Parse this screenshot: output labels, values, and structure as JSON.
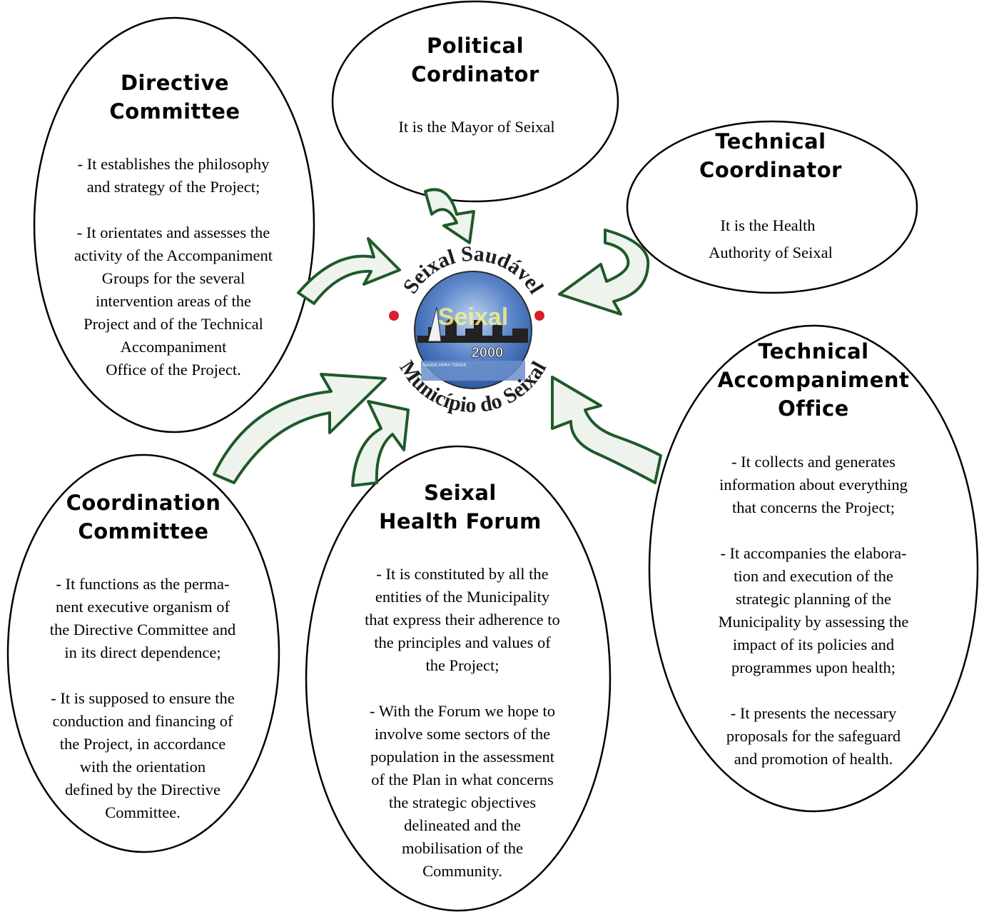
{
  "center_logo": {
    "arc_top": "Seixal Saudável",
    "arc_bottom": "Município do Seixal",
    "inner_word": "Seixal",
    "year": "2000",
    "tagline": "SAÚDE PARA TODOS"
  },
  "nodes": {
    "directive": {
      "title_1": "Directive",
      "title_2": "Committee",
      "p1": [
        "- It establishes the philosophy",
        "and strategy of the Project;"
      ],
      "p2": [
        "- It orientates and assesses the",
        "activity of the Accompaniment",
        "Groups for the several",
        "intervention areas of the",
        "Project and of the Technical",
        "Accompaniment",
        "Office of the Project."
      ]
    },
    "political": {
      "title_1": "Political",
      "title_2": "Cordinator",
      "text": "It is the Mayor of Seixal"
    },
    "technical_coord": {
      "title_1": "Technical",
      "title_2": "Coordinator",
      "text_1": "It is the Health",
      "text_2": "Authority of Seixal"
    },
    "office": {
      "title_1": "Technical",
      "title_2": "Accompaniment",
      "title_3": "Office",
      "p1": [
        "- It collects and generates",
        "information about everything",
        "that concerns the Project;"
      ],
      "p2": [
        "- It accompanies the elabora-",
        "tion and execution of the",
        "strategic planning of the",
        "Municipality by assessing the",
        "impact of its policies and",
        "programmes upon health;"
      ],
      "p3": [
        "- It presents the necessary",
        "proposals for the safeguard",
        "and promotion of health."
      ]
    },
    "forum": {
      "title_1": "Seixal",
      "title_2": "Health Forum",
      "p1": [
        "- It is constituted by all the",
        "entities of the Municipality",
        "that express their adherence to",
        "the principles and values of",
        "the Project;"
      ],
      "p2": [
        "- With the Forum we hope to",
        "involve some sectors of the",
        "population in the assessment",
        "of the Plan in what concerns",
        "the strategic objectives",
        "delineated and the",
        "mobilisation of the",
        "Community."
      ]
    },
    "coordination": {
      "title_1": "Coordination",
      "title_2": "Committee",
      "p1": [
        "- It functions as the perma-",
        "nent executive organism of",
        "the Directive Committee and",
        "in its direct dependence;"
      ],
      "p2": [
        "- It is supposed to ensure the",
        "conduction and financing of",
        "the Project, in accordance",
        "with the orientation",
        "defined by the Directive",
        "Committee."
      ]
    }
  },
  "colors": {
    "arrow_outline": "#1f5a2a",
    "arrow_fill": "#eef3ee",
    "logo_sky": "#3f6fb8",
    "logo_water": "#6b8fcc",
    "logo_accent": "#d8202a"
  }
}
